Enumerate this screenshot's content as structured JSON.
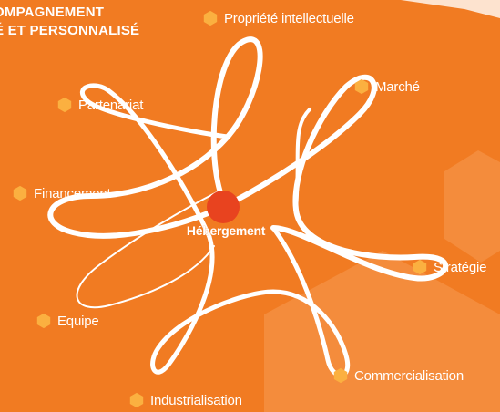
{
  "title": {
    "line1": "OMPAGNEMENT",
    "line2": "É ET PERSONNALISÉ"
  },
  "center": {
    "label": "Hébergement"
  },
  "nodes": [
    {
      "label": "Propriété intellectuelle"
    },
    {
      "label": "Marché"
    },
    {
      "label": "Partenariat"
    },
    {
      "label": "Financement"
    },
    {
      "label": "Stratégie"
    },
    {
      "label": "Equipe"
    },
    {
      "label": "Commercialisation"
    },
    {
      "label": "Industrialisation"
    }
  ],
  "icons": {
    "node": "hexagon-icon",
    "center": "circle-icon"
  },
  "colors": {
    "background": "#f17b22",
    "hexagon_fill": "#fbb040",
    "center_dot": "#e8431f",
    "ribbon": "#ffffff",
    "text": "#ffffff"
  }
}
